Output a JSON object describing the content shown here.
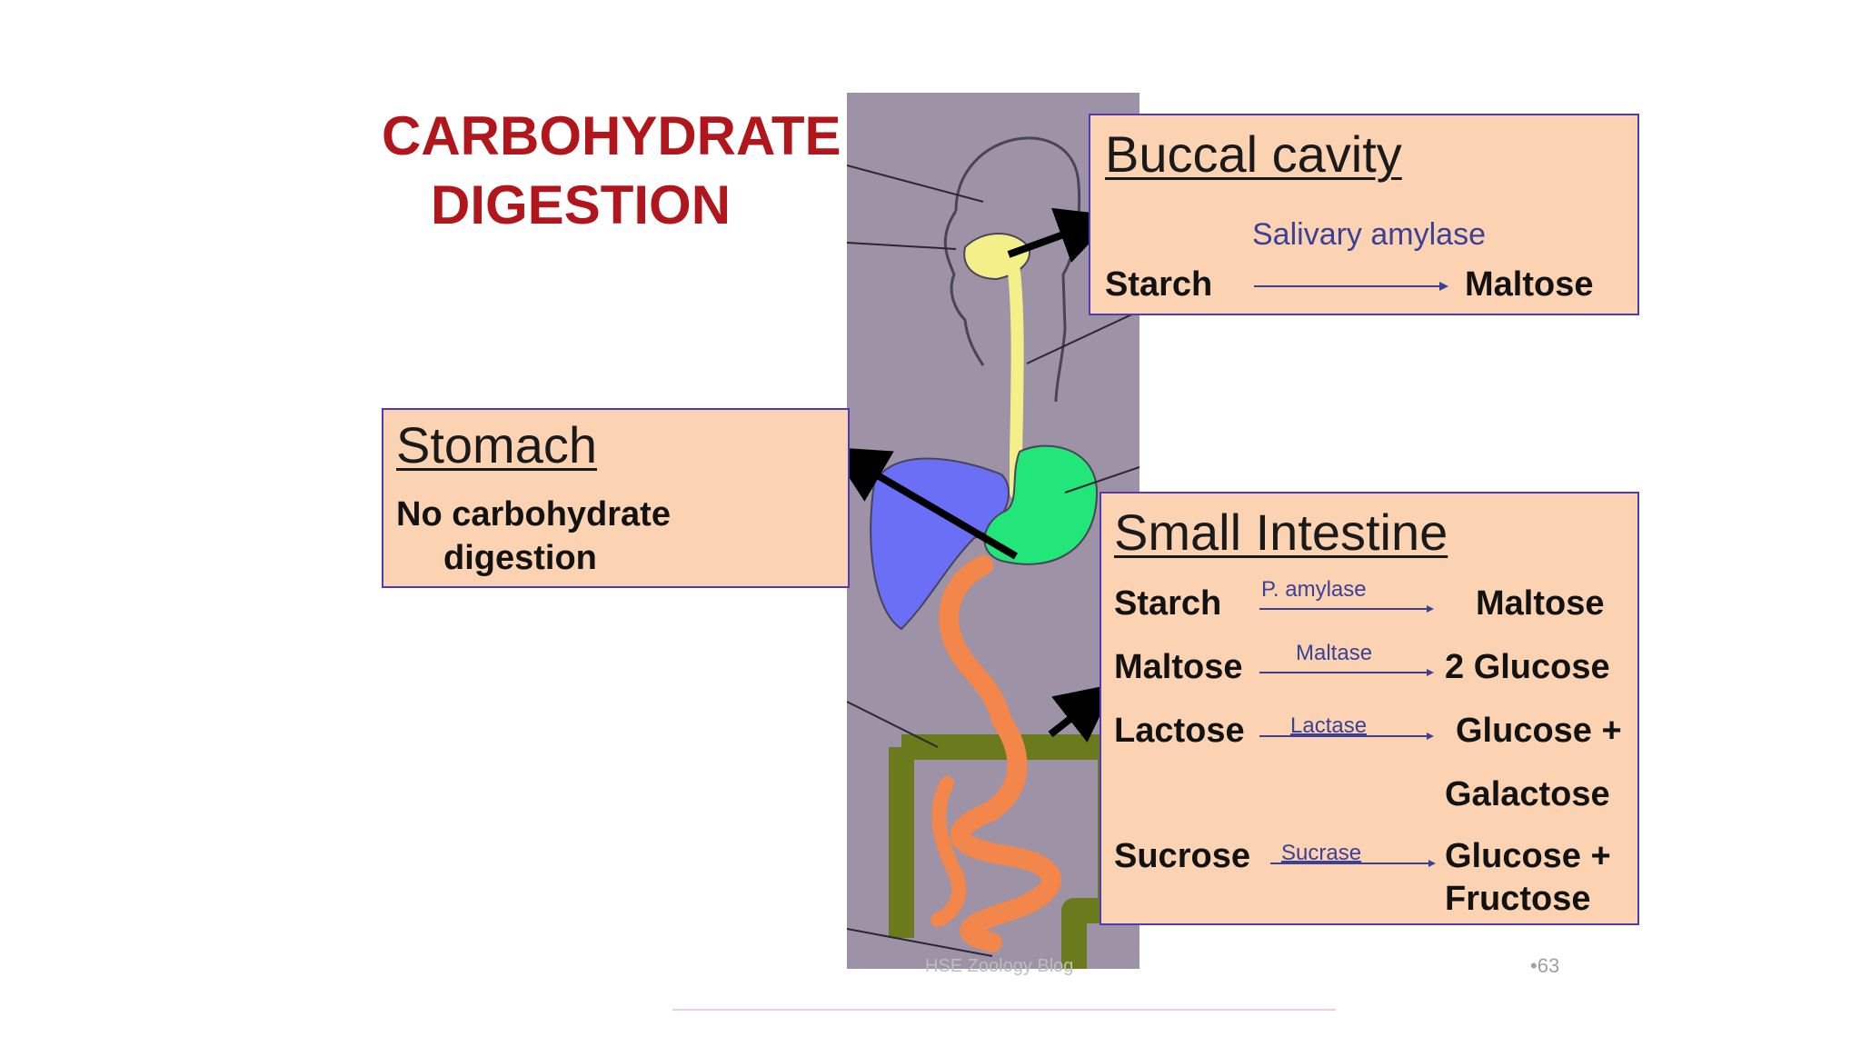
{
  "title": {
    "line1": "CARBOHYDRATE",
    "line2": "DIGESTION"
  },
  "buccal": {
    "heading": "Buccal cavity",
    "enzyme": "Salivary amylase",
    "substrate": "Starch",
    "product": "Maltose"
  },
  "stomach": {
    "heading": "Stomach",
    "line1": "No carbohydrate",
    "line2": "digestion"
  },
  "small_intestine": {
    "heading": "Small Intestine",
    "reactions": [
      {
        "substrate": "Starch",
        "enzyme": "P. amylase",
        "product": "Maltose",
        "product2": ""
      },
      {
        "substrate": "Maltose",
        "enzyme": "Maltase",
        "product": "2 Glucose",
        "product2": ""
      },
      {
        "substrate": "Lactose",
        "enzyme": "Lactase",
        "product": "Glucose +",
        "product2": "Galactose"
      },
      {
        "substrate": "Sucrose",
        "enzyme": "Sucrase",
        "product": "Glucose +",
        "product2": "Fructose"
      }
    ]
  },
  "footer": {
    "source": "HSE Zoology Blog",
    "page": "•63"
  },
  "colors": {
    "title": "#b0161c",
    "box_fill": "#fbd3b2",
    "box_border": "#4d3bb8",
    "enzyme_text": "#3b4196",
    "diagram_bg": "#9d92a6",
    "liver": "#6b6ff5",
    "stomach": "#22e67a",
    "small_intestine": "#f3864a",
    "large_intestine": "#6b7a1c",
    "esophagus": "#f3f08a"
  }
}
